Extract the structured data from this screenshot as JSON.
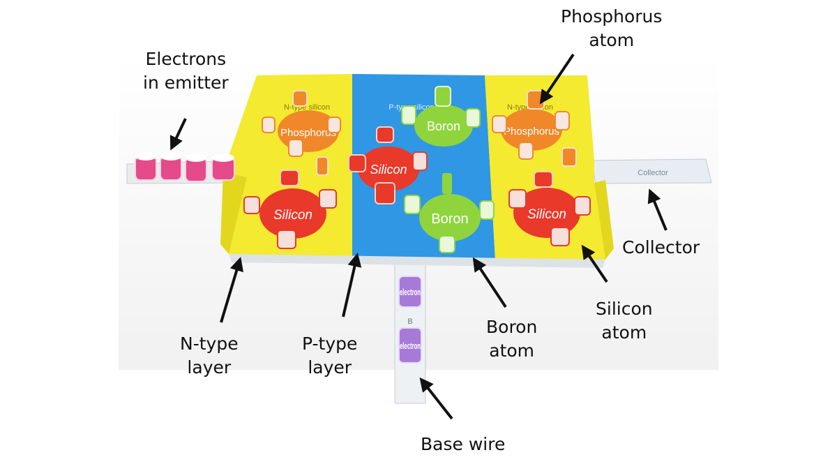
{
  "labels": {
    "electrons_emitter": [
      "Electrons",
      "in emitter"
    ],
    "phosphorus_atom": [
      "Phosphorus",
      "atom"
    ],
    "collector": "Collector",
    "silicon_atom": [
      "Silicon",
      "atom"
    ],
    "boron_atom": [
      "Boron",
      "atom"
    ],
    "p_type_layer": [
      "P-type",
      "layer"
    ],
    "n_type_layer": [
      "N-type",
      "layer"
    ],
    "base_wire": "Base wire"
  },
  "model_text": {
    "left_layer_title": "N-type silicon",
    "middle_layer_title": "P-type silicon",
    "right_layer_title": "N-type silicon",
    "phosphorus": "Phosphorus",
    "silicon": "Silicon",
    "boron": "Boron",
    "electron": "electron",
    "collector_strip": "Collector",
    "base_strip": "B"
  },
  "colors": {
    "n_layer": "#f4ea30",
    "p_layer": "#2f97e3",
    "phosphorus": "#f0882a",
    "silicon": "#e8392a",
    "boron": "#8fd43d",
    "emitter_electron": "#e54a8a",
    "base_electron": "#a77ad8"
  }
}
